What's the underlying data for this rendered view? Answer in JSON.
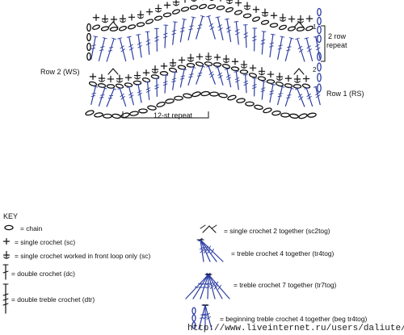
{
  "diagram": {
    "row2_label": "Row 2 (WS)",
    "row1_label": "Row 1 (RS)",
    "repeat2_line1": "2 row",
    "repeat2_line2": "repeat",
    "repeat12_label": "12-st repeat",
    "row_number_1": "1",
    "row_number_2": "2",
    "colors": {
      "stitch_blue": "#2e3fa3",
      "ink": "#111111"
    }
  },
  "key": {
    "title": "KEY",
    "items": [
      {
        "icon": "chain-icon",
        "text": "= chain"
      },
      {
        "icon": "single-crochet-icon",
        "text": "= single crochet (sc)"
      },
      {
        "icon": "sc-front-loop-icon",
        "text": "= single crochet worked in front loop only (sc)"
      },
      {
        "icon": "double-crochet-icon",
        "text": "= double crochet (dc)"
      },
      {
        "icon": "double-treble-icon",
        "text": "= double treble crochet (dtr)"
      },
      {
        "icon": "sc2tog-icon",
        "text": "= single crochet 2 together (sc2tog)"
      },
      {
        "icon": "tr4tog-icon",
        "text": "= treble crochet 4 together (tr4tog)"
      },
      {
        "icon": "tr7tog-icon",
        "text": "= treble crochet 7 together (tr7tog)"
      },
      {
        "icon": "beg-tr4tog-icon",
        "text": "= beginning treble crochet 4 together (beg tr4tog)"
      }
    ]
  },
  "watermark": "http://www.liveinternet.ru/users/daliute/"
}
